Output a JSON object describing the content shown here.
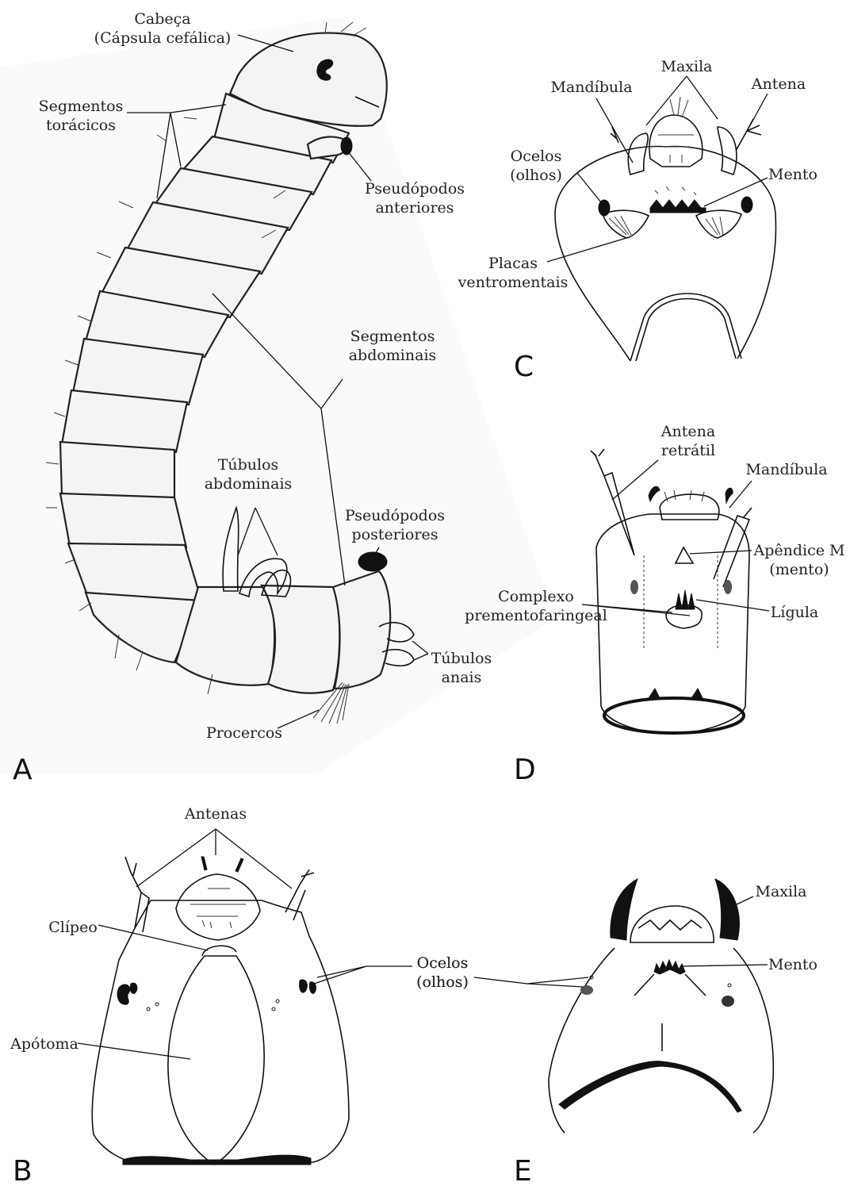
{
  "panels": {
    "A": {
      "letter": "A",
      "labels": {
        "head_1": "Cabeça",
        "head_2": "(Cápsula cefálica)",
        "thoracic_1": "Segmentos",
        "thoracic_2": "torácicos",
        "ant_pseudo_1": "Pseudópodos",
        "ant_pseudo_2": "anteriores",
        "abdominal_1": "Segmentos",
        "abdominal_2": "abdominais",
        "abd_tubules_1": "Túbulos",
        "abd_tubules_2": "abdominais",
        "post_pseudo_1": "Pseudópodos",
        "post_pseudo_2": "posteriores",
        "anal_tubules_1": "Túbulos",
        "anal_tubules_2": "anais",
        "procercos": "Procercos"
      }
    },
    "B": {
      "letter": "B",
      "labels": {
        "antennas": "Antenas",
        "clypeus": "Clípeo",
        "ocelli_1": "Ocelos",
        "ocelli_2": "(olhos)",
        "apotome": "Apótoma"
      }
    },
    "C": {
      "letter": "C",
      "labels": {
        "maxilla": "Maxila",
        "mandible": "Mandíbula",
        "antenna": "Antena",
        "ocelli_1": "Ocelos",
        "ocelli_2": "(olhos)",
        "mentum": "Mento",
        "plates_1": "Placas",
        "plates_2": "ventromentais"
      }
    },
    "D": {
      "letter": "D",
      "labels": {
        "antenna_1": "Antena",
        "antenna_2": "retrátil",
        "mandible": "Mandíbula",
        "appendix_1": "Apêndice M",
        "appendix_2": "(mento)",
        "complex_1": "Complexo",
        "complex_2": "prementofaringeal",
        "ligula": "Lígula"
      }
    },
    "E": {
      "letter": "E",
      "labels": {
        "maxilla": "Maxila",
        "ocelli_1": "Ocelos",
        "ocelli_2": "(olhos)",
        "mentum": "Mento"
      }
    }
  }
}
